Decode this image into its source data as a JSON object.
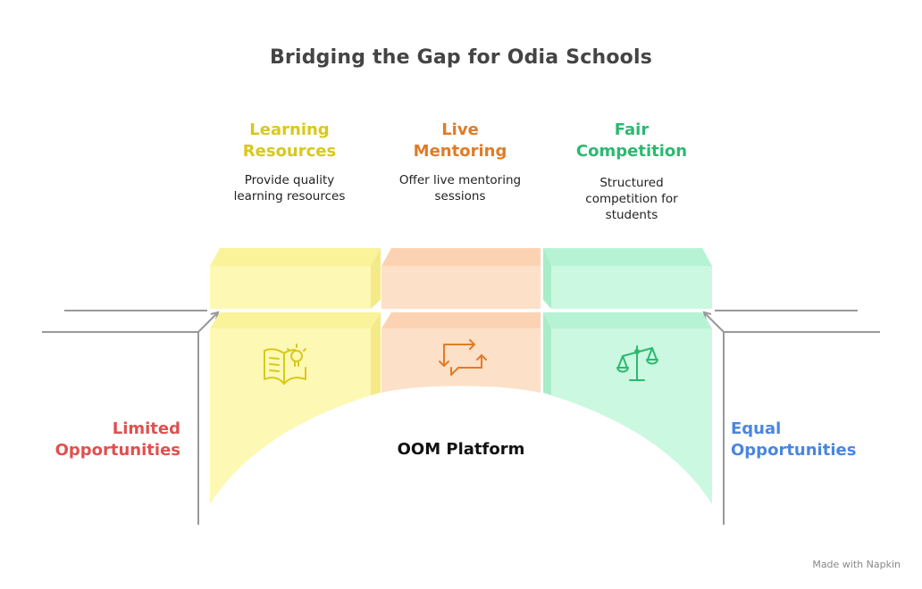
{
  "title": "Bridging the Gap for Odia Schools",
  "columns": [
    {
      "heading_line1": "Learning",
      "heading_line2": "Resources",
      "desc_line1": "Provide quality",
      "desc_line2": "learning resources",
      "desc_line3": "",
      "icon": "book-lightbulb-icon",
      "color": "#d9c81c"
    },
    {
      "heading_line1": "Live",
      "heading_line2": "Mentoring",
      "desc_line1": "Offer live mentoring",
      "desc_line2": "sessions",
      "desc_line3": "",
      "icon": "chat-refresh-icon",
      "color": "#e07b27"
    },
    {
      "heading_line1": "Fair",
      "heading_line2": "Competition",
      "desc_line1": "Structured",
      "desc_line2": "competition for",
      "desc_line3": "students",
      "icon": "balance-scale-icon",
      "color": "#2db870"
    }
  ],
  "left_label": {
    "line1": "Limited",
    "line2": "Opportunities",
    "color": "#e05050"
  },
  "right_label": {
    "line1": "Equal",
    "line2": "Opportunities",
    "color": "#4a86e0"
  },
  "center_label": "OOM Platform",
  "watermark": "Made with  Napkin",
  "colors": {
    "yellow_fill": "#fdf8b4",
    "yellow_top": "#fbf39a",
    "orange_fill": "#fde0c8",
    "orange_top": "#fcd3b2",
    "green_fill": "#cbf8e1",
    "green_top": "#b6f3d4",
    "line": "#999999"
  }
}
